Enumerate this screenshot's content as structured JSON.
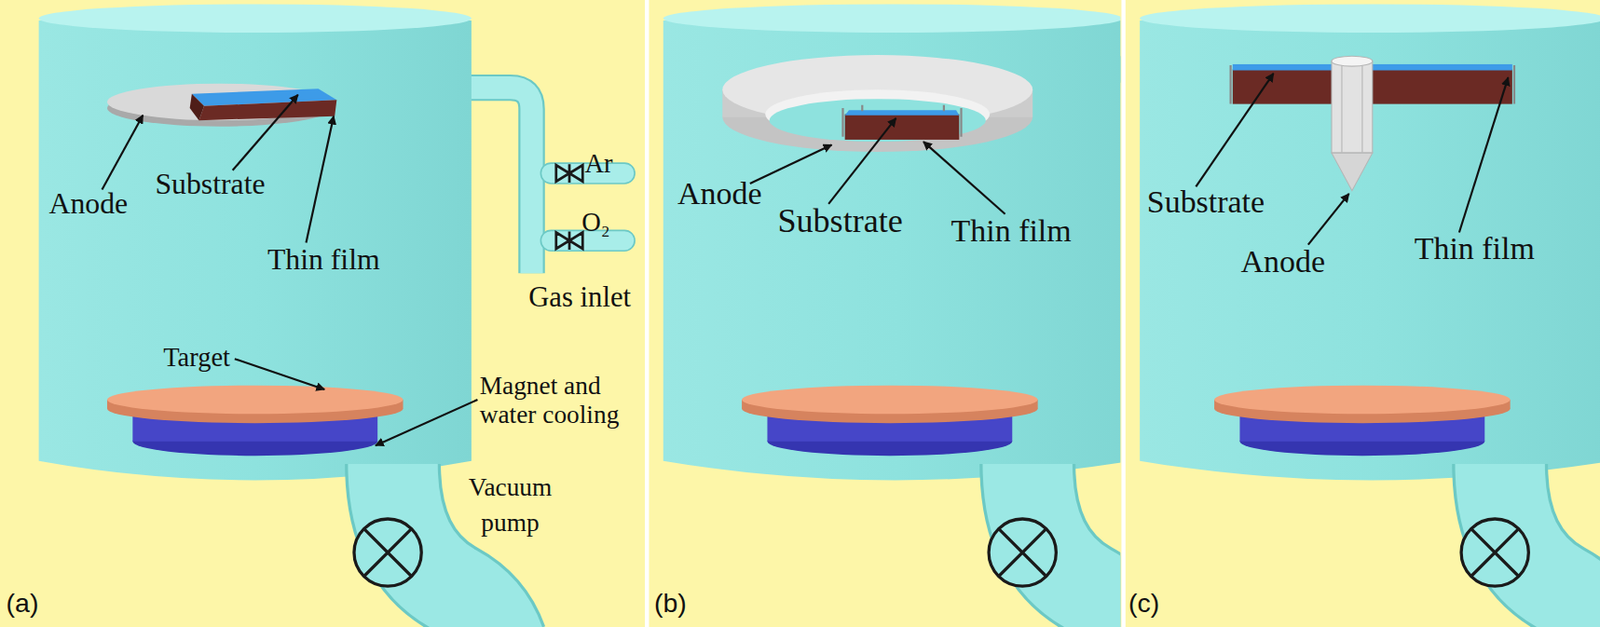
{
  "diagram": {
    "labels": [
      "Anode",
      "Substrate",
      "Thin film",
      "Ar",
      "O₂",
      "Gas inlet",
      "Target",
      "Magnet and water cooling",
      "Vacuum pump",
      "(a)",
      "Anode",
      "Substrate",
      "Thin film",
      "(b)",
      "Substrate",
      "Anode",
      "Thin film",
      "(c)"
    ]
  }
}
